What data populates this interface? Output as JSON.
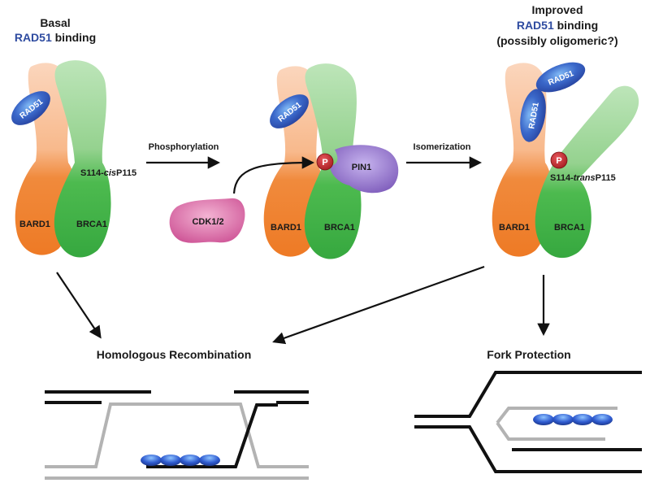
{
  "title_left": {
    "line1": "Basal",
    "line2_protein": "RAD51",
    "line2_rest": " binding"
  },
  "title_right": {
    "line1": "Improved",
    "line2_protein": "RAD51",
    "line2_rest": " binding",
    "line3": "(possibly oligomeric?)"
  },
  "proteins": {
    "rad51": "RAD51",
    "bard1": "BARD1",
    "brca1": "BRCA1",
    "cdk": "CDK1/2",
    "pin1": "PIN1",
    "phospho": "P"
  },
  "sites": {
    "cis_prefix": "S114-",
    "cis_italic": "cis",
    "cis_suffix": "P115",
    "trans_prefix": "S114-",
    "trans_italic": "trans",
    "trans_suffix": "P115"
  },
  "steps": {
    "phosphorylation": "Phosphorylation",
    "isomerization": "Isomerization"
  },
  "outcomes": {
    "hr": "Homologous Recombination",
    "fork": "Fork Protection"
  },
  "colors": {
    "bard1_dark": "#f07f2c",
    "bard1_light": "#f9c9aa",
    "brca1_dark": "#3dae46",
    "brca1_light": "#a8dba4",
    "rad51": "#2f4fb0",
    "rad51_light": "#63a6ee",
    "cdk": "#d96aa6",
    "pin1": "#8a6dc4",
    "phospho": "#c1272d",
    "dna_black": "#111111",
    "dna_gray": "#b3b3b3"
  }
}
